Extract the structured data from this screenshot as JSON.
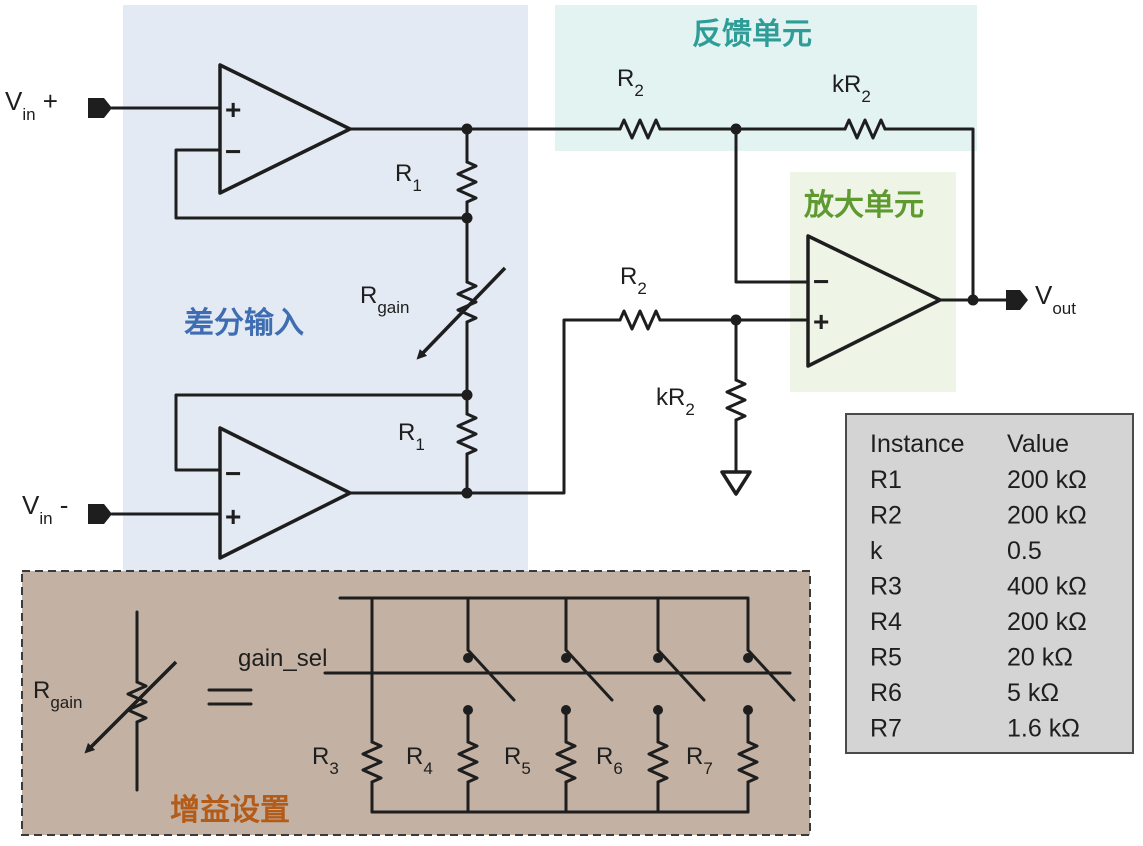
{
  "regions": {
    "differential_input": "差分输入",
    "feedback_unit": "反馈单元",
    "amplifier_unit": "放大单元",
    "gain_setting": "增益设置"
  },
  "colors": {
    "differential_input_bg": "#e4eaf4",
    "feedback_bg": "#e3f3f2",
    "amplifier_bg": "#eef4e6",
    "gain_setting_bg": "#c3b2a3",
    "differential_input_text": "#3f6db1",
    "feedback_text": "#2f9d97",
    "amplifier_text": "#5f9a31",
    "gain_setting_text": "#b35b19",
    "table_bg": "#d4d4d4"
  },
  "labels": {
    "vin_plus": {
      "main": "V",
      "sub": "in",
      "suffix": " +"
    },
    "vin_minus": {
      "main": "V",
      "sub": "in",
      "suffix": " -"
    },
    "vout": {
      "main": "V",
      "sub": "out"
    },
    "r1_top": {
      "main": "R",
      "sub": "1"
    },
    "r1_bottom": {
      "main": "R",
      "sub": "1"
    },
    "rgain_main": {
      "main": "R",
      "sub": "gain"
    },
    "r2_feedback": {
      "main": "R",
      "sub": "2"
    },
    "kr2_feedback": {
      "main": "kR",
      "sub": "2"
    },
    "r2_input": {
      "main": "R",
      "sub": "2"
    },
    "kr2_ground": {
      "main": "kR",
      "sub": "2"
    },
    "rgain_symbol": {
      "main": "R",
      "sub": "gain"
    },
    "gain_sel": "gain_sel",
    "r3": {
      "main": "R",
      "sub": "3"
    },
    "r4": {
      "main": "R",
      "sub": "4"
    },
    "r5": {
      "main": "R",
      "sub": "5"
    },
    "r6": {
      "main": "R",
      "sub": "6"
    },
    "r7": {
      "main": "R",
      "sub": "7"
    },
    "opamp_plus": "+",
    "opamp_minus": "−"
  },
  "table": {
    "headers": [
      "Instance",
      "Value"
    ],
    "rows": [
      [
        "R1",
        "200 kΩ"
      ],
      [
        "R2",
        "200 kΩ"
      ],
      [
        "k",
        "0.5"
      ],
      [
        "R3",
        "400 kΩ"
      ],
      [
        "R4",
        "200 kΩ"
      ],
      [
        "R5",
        "20 kΩ"
      ],
      [
        "R6",
        "5 kΩ"
      ],
      [
        "R7",
        "1.6 kΩ"
      ]
    ]
  }
}
